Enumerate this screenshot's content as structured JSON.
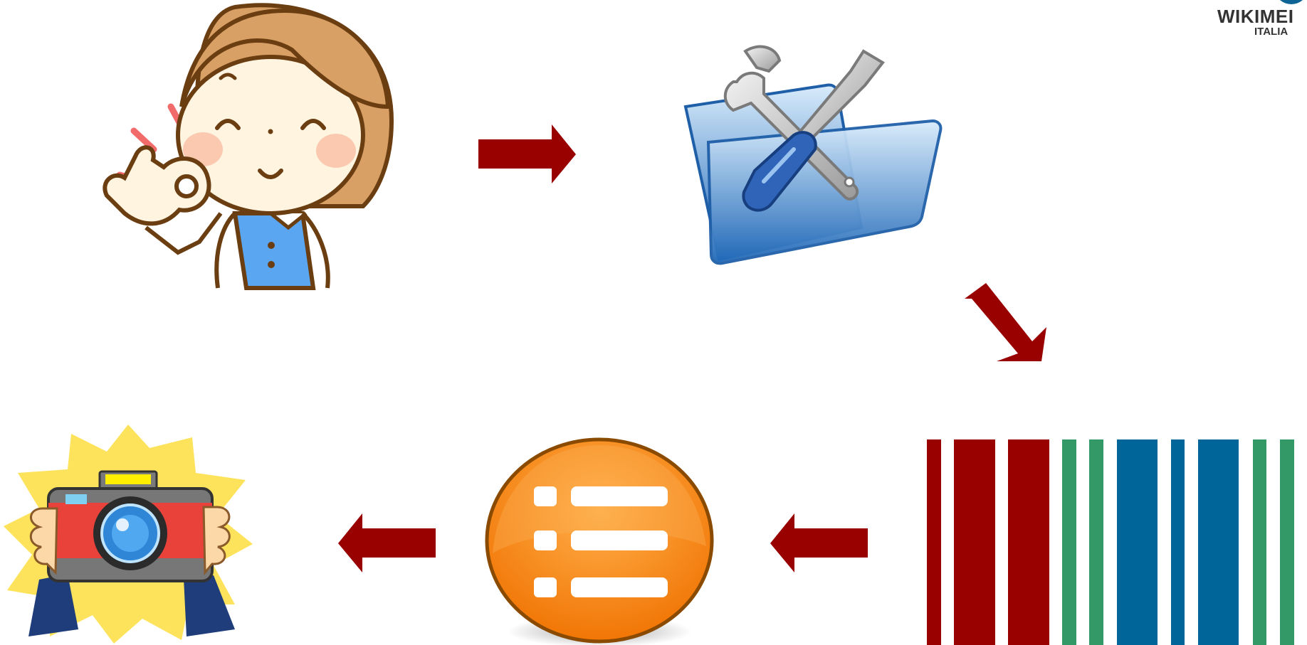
{
  "logo": {
    "name": "WIKIMEI",
    "sub": "ITALIA",
    "icon": "wikimedia-italia-logo"
  },
  "colors": {
    "arrow": "#990000",
    "barcode_red": "#990000",
    "barcode_green": "#339966",
    "barcode_blue": "#006699",
    "list_orange": "#f57a00",
    "camera_red": "#e8423a",
    "burst_yellow": "#fde35b",
    "folder_blue": "#2f7bc4",
    "shirt_blue": "#5aa6f0",
    "hair": "#d9a066"
  },
  "nodes": [
    {
      "id": "person",
      "icon": "person-ok-gesture-icon"
    },
    {
      "id": "tools",
      "icon": "folder-tools-icon"
    },
    {
      "id": "wikidata",
      "icon": "wikidata-barcode-icon"
    },
    {
      "id": "list",
      "icon": "list-bubble-icon"
    },
    {
      "id": "camera",
      "icon": "camera-flash-icon"
    }
  ],
  "flow": [
    {
      "from": "person",
      "to": "tools",
      "direction": "right"
    },
    {
      "from": "tools",
      "to": "wikidata",
      "direction": "down-right"
    },
    {
      "from": "wikidata",
      "to": "list",
      "direction": "left"
    },
    {
      "from": "list",
      "to": "camera",
      "direction": "left"
    }
  ]
}
